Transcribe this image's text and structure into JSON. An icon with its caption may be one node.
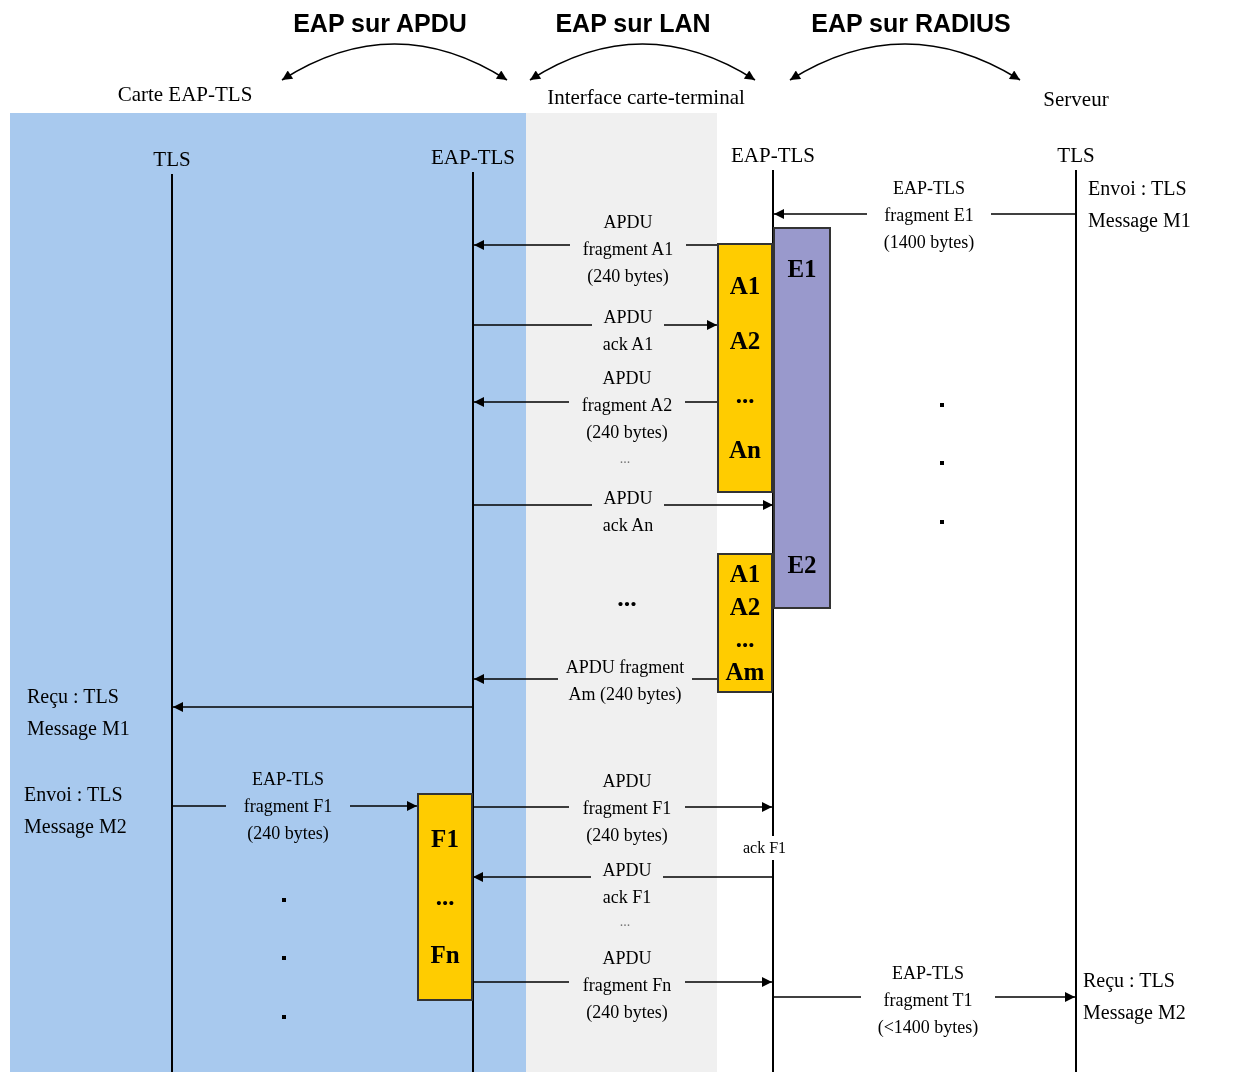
{
  "diagram": {
    "nodes": [
      {
        "text": [
          "Carte EAP-TLS"
        ]
      },
      {
        "text": [
          "Interface carte-terminal"
        ]
      },
      {
        "text": [
          "Serveur"
        ]
      },
      {
        "text": [],
        "shape": "line",
        "beside": [
          "TLS"
        ]
      },
      {
        "text": [],
        "shape": "line",
        "beside": [
          "EAP-TLS"
        ]
      },
      {
        "text": [],
        "shape": "line",
        "beside": [
          "EAP-TLS"
        ]
      },
      {
        "text": [],
        "shape": "line",
        "beside": [
          "TLS"
        ]
      },
      {
        "text": [
          "E1",
          "E2"
        ]
      },
      {
        "text": [
          "A1",
          "A2",
          "...",
          "An"
        ]
      },
      {
        "text": [
          "A1",
          "A2",
          "...",
          "Am"
        ]
      },
      {
        "text": [
          "F1",
          "...",
          "Fn"
        ]
      }
    ],
    "edges": [
      {
        "from": 0,
        "to": 1,
        "arrow": "both",
        "label": "EAP sur APDU"
      },
      {
        "from": 1,
        "to": null,
        "arrow": "both",
        "label": "EAP sur LAN"
      },
      {
        "from": 1,
        "to": 2,
        "arrow": "both",
        "label": "EAP sur RADIUS"
      },
      {
        "from": 6,
        "to": 5,
        "arrow": "to",
        "label": "EAP-TLS fragment E1 (1400 bytes)"
      },
      {
        "from": 8,
        "to": 4,
        "arrow": "to",
        "label": "APDU fragment A1 (240 bytes)"
      },
      {
        "from": 4,
        "to": 8,
        "arrow": "to",
        "label": "APDU ack A1"
      },
      {
        "from": 8,
        "to": 4,
        "arrow": "to",
        "label": "APDU fragment A2 (240 bytes)"
      },
      {
        "from": 4,
        "to": 7,
        "arrow": "to",
        "label": "APDU ack An"
      },
      {
        "from": 9,
        "to": 4,
        "arrow": "to",
        "label": "APDU fragment Am (240 bytes)"
      },
      {
        "from": 4,
        "to": 3,
        "arrow": "to"
      },
      {
        "from": 3,
        "to": 10,
        "arrow": "to",
        "label": "EAP-TLS fragment F1 (240 bytes)"
      },
      {
        "from": 10,
        "to": 5,
        "arrow": "to",
        "label": "APDU fragment F1 (240 bytes)"
      },
      {
        "from": 5,
        "to": 10,
        "arrow": "to",
        "label": "APDU ack F1"
      },
      {
        "from": 10,
        "to": 5,
        "arrow": "to",
        "label": "APDU fragment Fn (240 bytes)"
      },
      {
        "from": 5,
        "to": 6,
        "arrow": "to",
        "label": "EAP-TLS fragment T1 (<1400 bytes)"
      }
    ],
    "labels": [
      "Envoi : TLS Message M1",
      "...",
      "...",
      "Reçu : TLS Message M1",
      "Envoi : TLS Message M2",
      "ack F1",
      "...",
      "Reçu : TLS Message M2"
    ]
  }
}
